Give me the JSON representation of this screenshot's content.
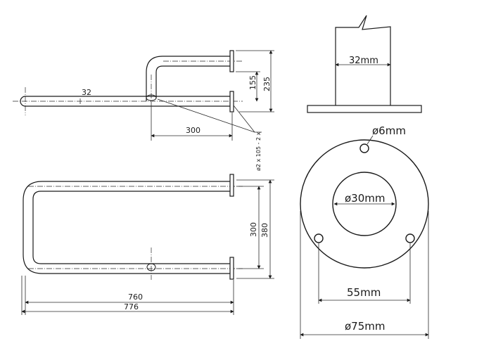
{
  "top_view": {
    "dim_diameter": "32",
    "dim_top_offset": "155",
    "dim_total_height": "235",
    "dim_width": "300",
    "dim_screw_note": "ø2 x 105 - 2 x"
  },
  "front_view": {
    "dim_inner_height": "300",
    "dim_outer_height": "380",
    "dim_inner_length": "760",
    "dim_outer_length": "776"
  },
  "side_view": {
    "dim_tube": "32mm"
  },
  "flange_view": {
    "dim_hole": "ø6mm",
    "dim_center_hole": "ø30mm",
    "dim_hole_spacing": "55mm",
    "dim_flange": "ø75mm"
  }
}
